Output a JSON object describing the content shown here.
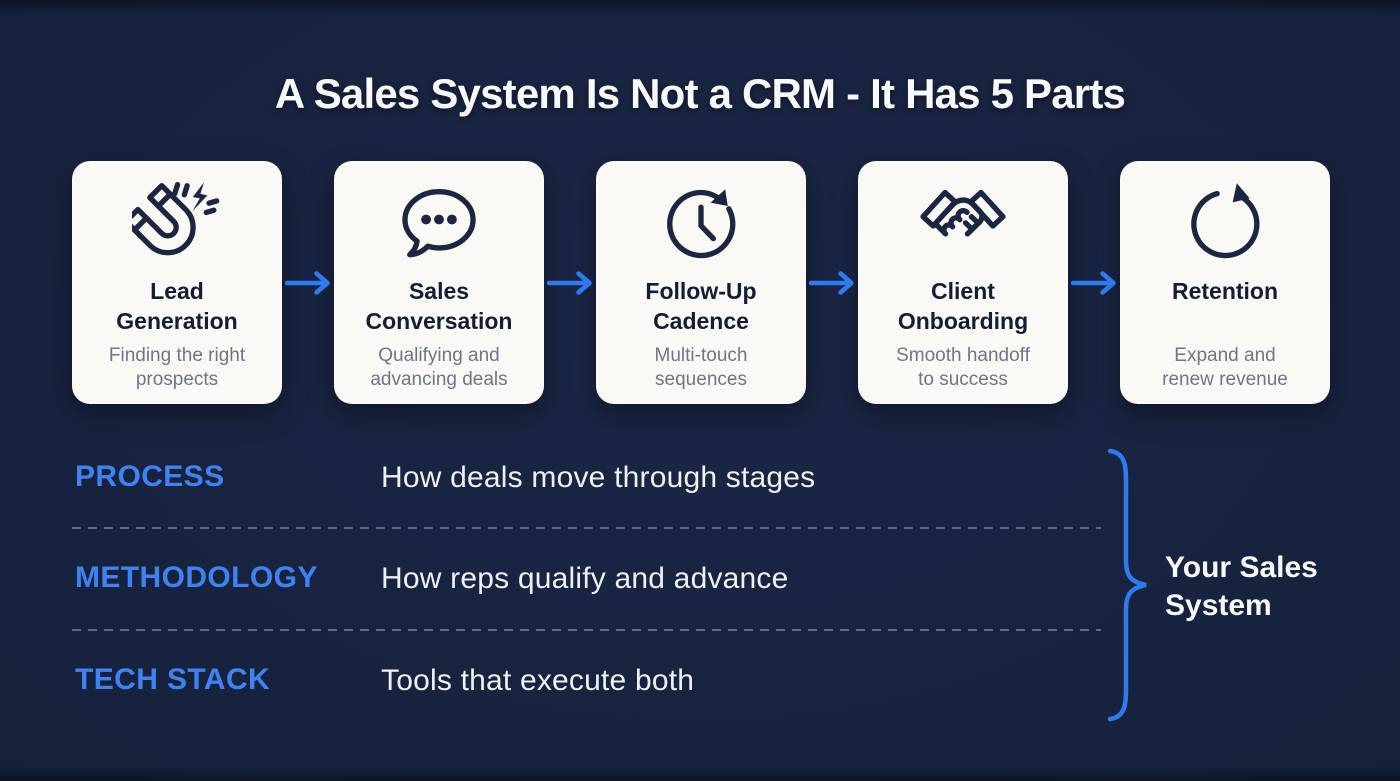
{
  "title": "A Sales System Is Not a CRM - It Has 5 Parts",
  "colors": {
    "background": "#16213c",
    "card_background": "#faf9f6",
    "accent_blue": "#2e7bf0",
    "label_blue": "#3f83f3",
    "card_title_navy": "#121d37",
    "card_subtitle_gray": "#6e7686",
    "text_white": "#f7f9fd"
  },
  "steps": [
    {
      "icon": "magnet-icon",
      "title": "Lead Generation",
      "subtitle": "Finding the right prospects"
    },
    {
      "icon": "chat-bubble-icon",
      "title": "Sales Conversation",
      "subtitle": "Qualifying and advancing deals"
    },
    {
      "icon": "clock-cycle-icon",
      "title": "Follow-Up Cadence",
      "subtitle": "Multi-touch sequences"
    },
    {
      "icon": "handshake-icon",
      "title": "Client Onboarding",
      "subtitle": "Smooth handoff to success"
    },
    {
      "icon": "refresh-cycle-icon",
      "title": "Retention",
      "subtitle": "Expand and renew revenue"
    }
  ],
  "layers": [
    {
      "label": "PROCESS",
      "description": "How deals move through stages"
    },
    {
      "label": "METHODOLOGY",
      "description": "How reps qualify and advance"
    },
    {
      "label": "TECH STACK",
      "description": "Tools that execute both"
    }
  ],
  "brace_label": "Your Sales System"
}
